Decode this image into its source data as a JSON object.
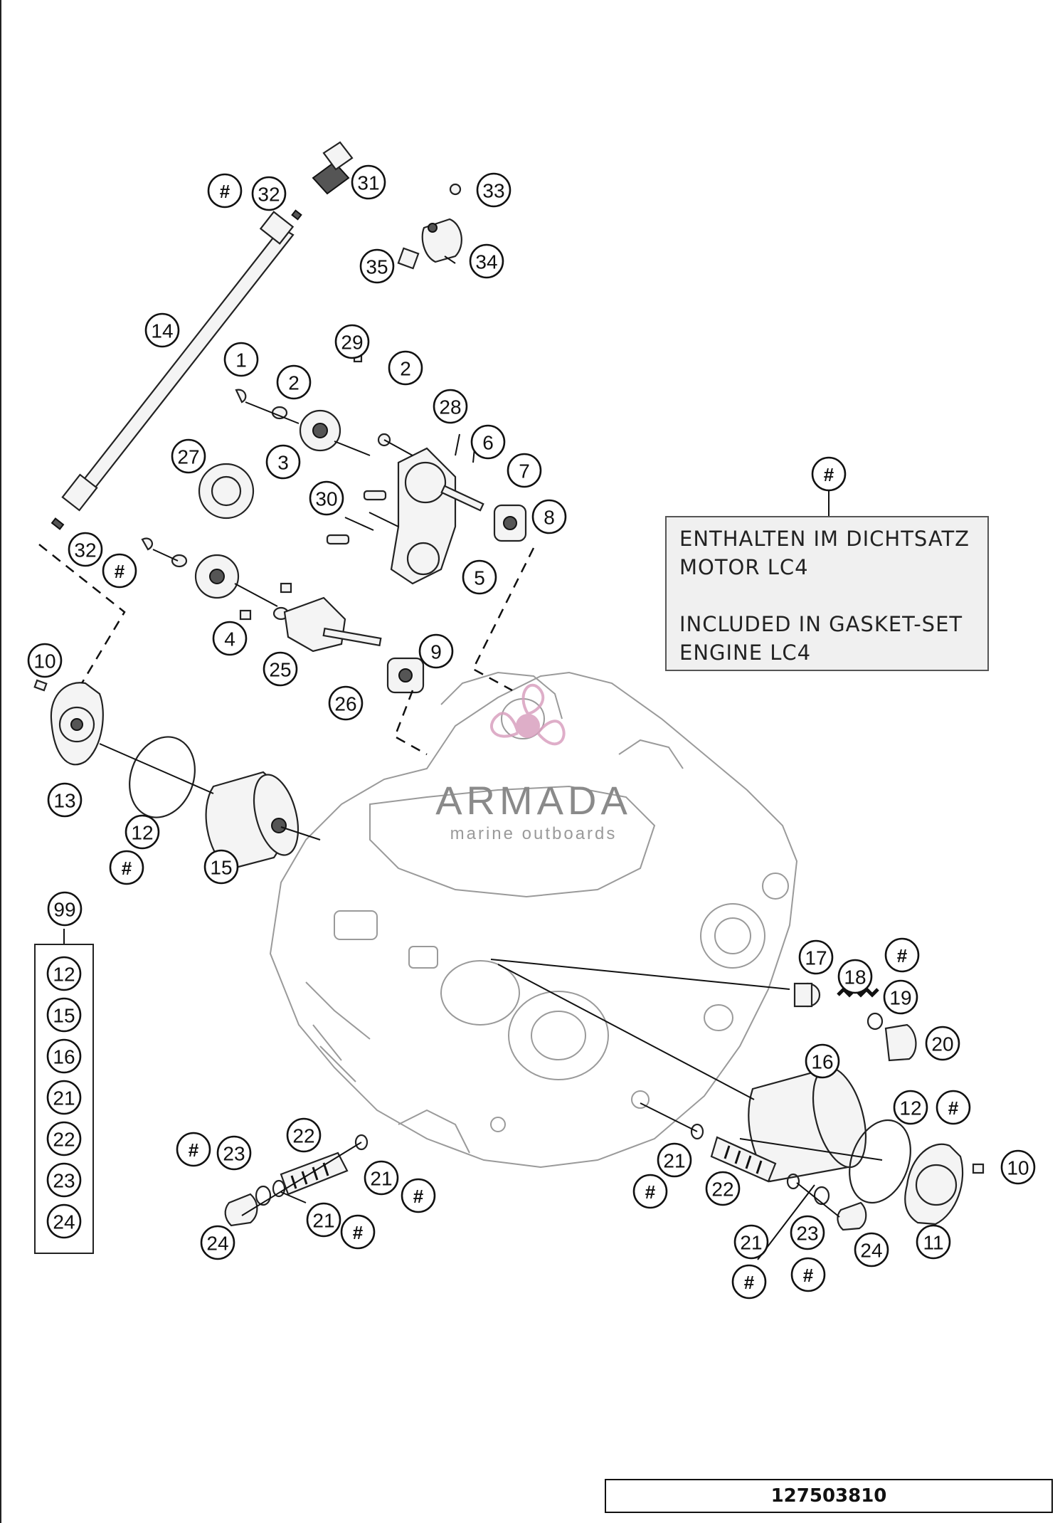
{
  "callouts": {
    "c1": "1",
    "c2a": "2",
    "c2b": "2",
    "c3": "3",
    "c4": "4",
    "c5": "5",
    "c6": "6",
    "c7": "7",
    "c8": "8",
    "c9": "9",
    "c10a": "10",
    "c10b": "10",
    "c11": "11",
    "c12a": "12",
    "c12b": "12",
    "c13": "13",
    "c14": "14",
    "c15": "15",
    "c16": "16",
    "c17": "17",
    "c18": "18",
    "c19": "19",
    "c20": "20",
    "c21a": "21",
    "c21b": "21",
    "c21c": "21",
    "c21d": "21",
    "c22a": "22",
    "c22b": "22",
    "c23a": "23",
    "c23b": "23",
    "c24a": "24",
    "c24b": "24",
    "c25": "25",
    "c26": "26",
    "c27": "27",
    "c28": "28",
    "c29": "29",
    "c30": "30",
    "c31": "31",
    "c32a": "32",
    "c32b": "32",
    "c33": "33",
    "c34": "34",
    "c35": "35",
    "c99": "99",
    "hash": "#"
  },
  "kit_list": [
    "12",
    "15",
    "16",
    "21",
    "22",
    "23",
    "24"
  ],
  "note": {
    "line1": "ENTHALTEN IM DICHTSATZ",
    "line2": "MOTOR LC4",
    "line3": "INCLUDED IN GASKET-SET",
    "line4": "ENGINE LC4"
  },
  "watermark": {
    "title": "ARMADA",
    "subtitle": "marine outboards"
  },
  "document_number": "127503810",
  "colors": {
    "watermark_pink": "#d9a0bf",
    "line": "#111111",
    "engine_outline": "#9a9a9a",
    "note_bg": "#f0f0f0"
  }
}
